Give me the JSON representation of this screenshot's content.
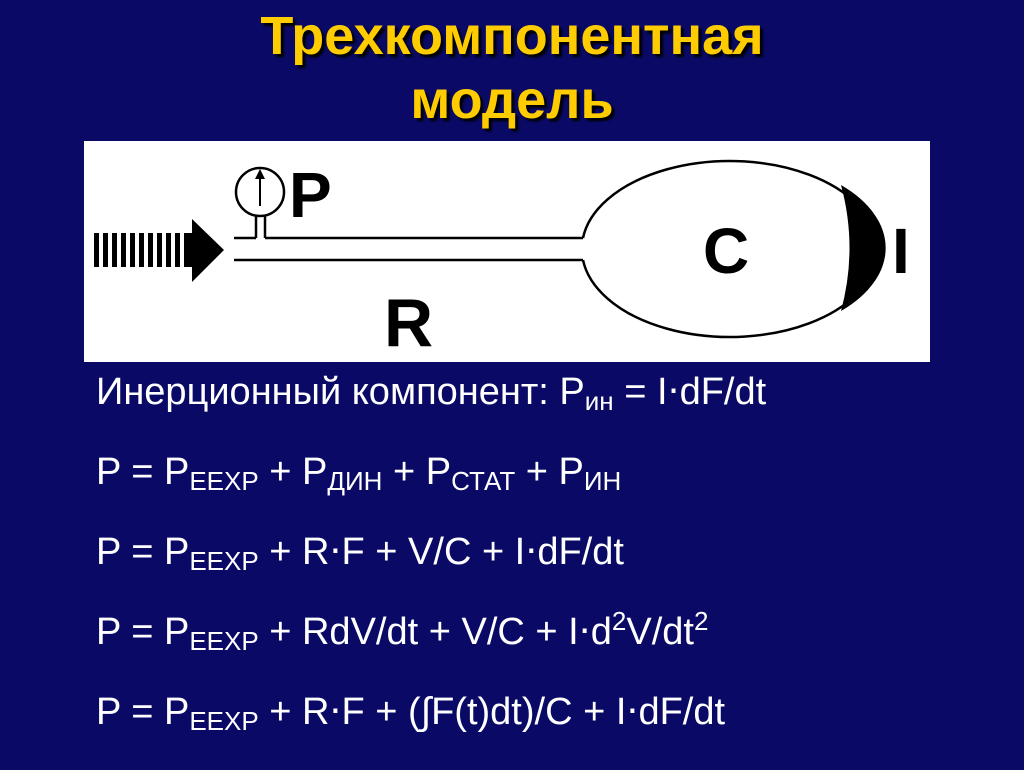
{
  "title": {
    "line1": "Трехкомпонентная",
    "line2": "модель"
  },
  "diagram": {
    "label_p": "P",
    "label_c": "C",
    "label_i": "I",
    "label_r": "R"
  },
  "formulas": [
    {
      "lhs": "Инерционный компонент: P",
      "sub1": "ин",
      "rhs": " = I⋅dF/dt"
    },
    {
      "p": "P = P",
      "s1": "EEXP",
      "t1": " + P",
      "s2": "ДИН",
      "t2": " + P",
      "s3": "СТАТ",
      "t3": " + P",
      "s4": "ИН"
    },
    {
      "p": "P = P",
      "s1": "EEXP",
      "t1": " + R⋅F + V/C + I⋅dF/dt"
    },
    {
      "p": "P = P",
      "s1": "EEXP",
      "t1": " + RdV/dt + V/C + I⋅d",
      "sup1": "2",
      "t2": "V/dt",
      "sup2": "2"
    },
    {
      "p": "P = P",
      "s1": "EEXP",
      "t1": " + R⋅F + (∫F(t)dt)/C + I⋅dF/dt"
    }
  ]
}
